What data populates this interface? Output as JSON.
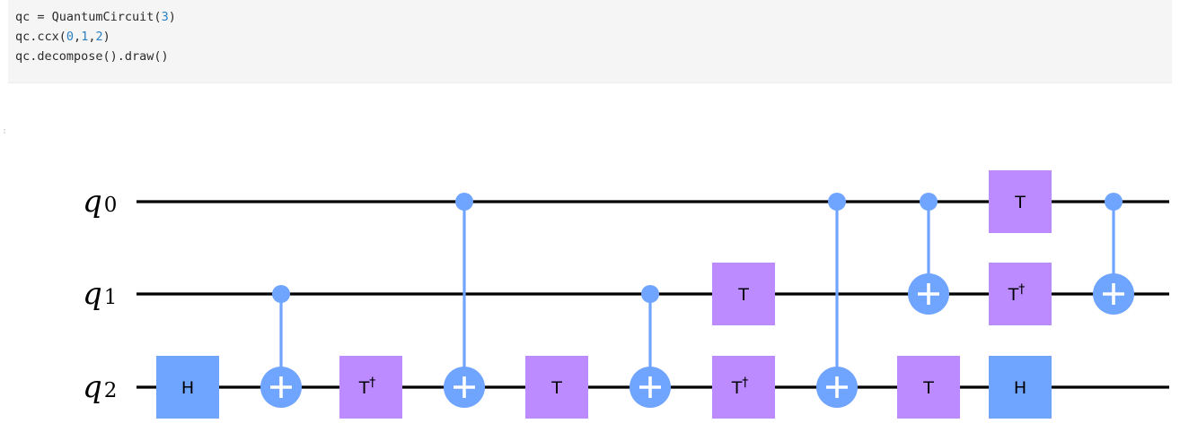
{
  "code": {
    "lines": [
      [
        {
          "t": "qc = QuantumCircuit(",
          "c": "plain"
        },
        {
          "t": "3",
          "c": "num"
        },
        {
          "t": ")",
          "c": "plain"
        }
      ],
      [
        {
          "t": "qc.ccx(",
          "c": "plain"
        },
        {
          "t": "0",
          "c": "num"
        },
        {
          "t": ",",
          "c": "plain"
        },
        {
          "t": "1",
          "c": "num"
        },
        {
          "t": ",",
          "c": "plain"
        },
        {
          "t": "2",
          "c": "num"
        },
        {
          "t": ")",
          "c": "plain"
        }
      ],
      [
        {
          "t": "qc.decompose().draw()",
          "c": "plain"
        }
      ]
    ]
  },
  "output_prompt": ":",
  "circuit": {
    "qubits": [
      {
        "label": "q",
        "sub": "0"
      },
      {
        "label": "q",
        "sub": "1"
      },
      {
        "label": "q",
        "sub": "2"
      }
    ],
    "colors": {
      "wire": "#000000",
      "h_gate": "#6fa4ff",
      "t_gate": "#bb8bff",
      "cx": "#6fa4ff",
      "gate_text": "#000000"
    },
    "gates": [
      {
        "type": "H",
        "label": "H",
        "qubit": 2,
        "column": 0
      },
      {
        "type": "CX",
        "control": 1,
        "target": 2,
        "column": 1
      },
      {
        "type": "T",
        "label": "T",
        "dagger": true,
        "qubit": 2,
        "column": 2
      },
      {
        "type": "CX",
        "control": 0,
        "target": 2,
        "column": 3
      },
      {
        "type": "T",
        "label": "T",
        "dagger": false,
        "qubit": 2,
        "column": 4
      },
      {
        "type": "CX",
        "control": 1,
        "target": 2,
        "column": 5
      },
      {
        "type": "T",
        "label": "T",
        "dagger": false,
        "qubit": 1,
        "column": 6
      },
      {
        "type": "T",
        "label": "T",
        "dagger": true,
        "qubit": 2,
        "column": 6
      },
      {
        "type": "CX",
        "control": 0,
        "target": 2,
        "column": 7
      },
      {
        "type": "T",
        "label": "T",
        "dagger": false,
        "qubit": 2,
        "column": 8
      },
      {
        "type": "CX",
        "control": 0,
        "target": 1,
        "column": 8
      },
      {
        "type": "T",
        "label": "T",
        "dagger": false,
        "qubit": 0,
        "column": 9
      },
      {
        "type": "T",
        "label": "T",
        "dagger": true,
        "qubit": 1,
        "column": 9
      },
      {
        "type": "H",
        "label": "H",
        "qubit": 2,
        "column": 9
      },
      {
        "type": "CX",
        "control": 0,
        "target": 1,
        "column": 10
      }
    ]
  }
}
